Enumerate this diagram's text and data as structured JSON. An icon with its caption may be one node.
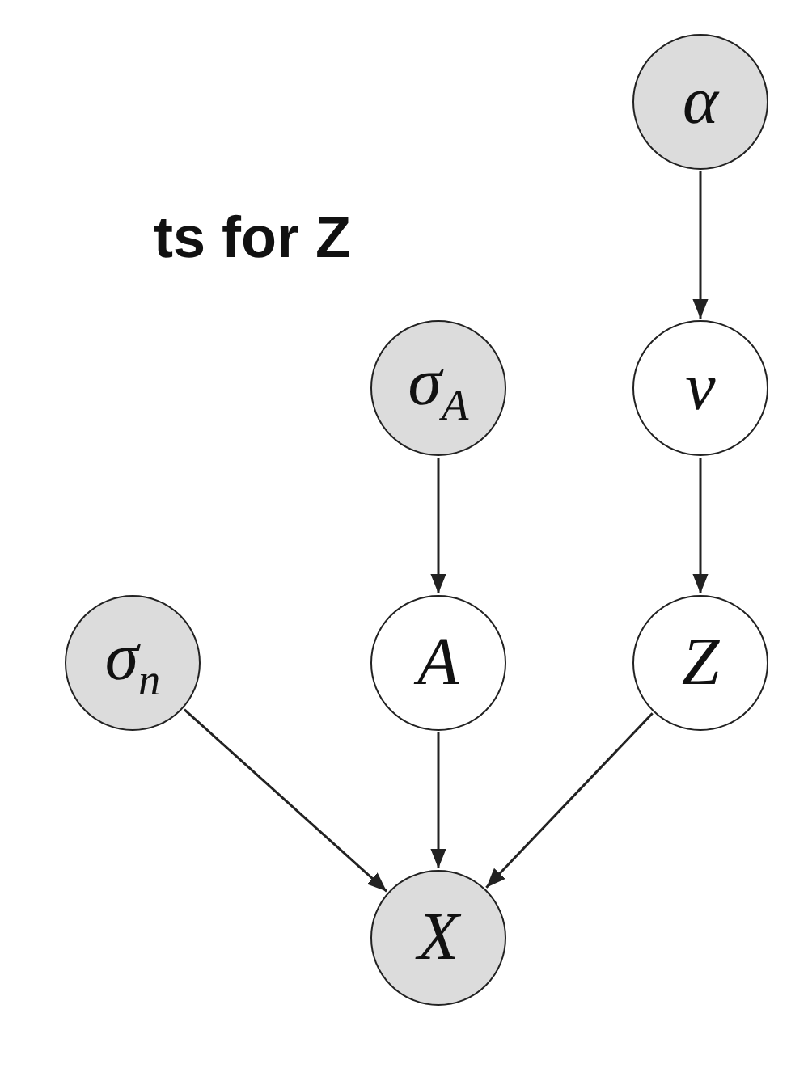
{
  "diagram": {
    "title": "ts for Z",
    "nodes": [
      {
        "text": [
          "α"
        ]
      },
      {
        "text": [
          "v"
        ]
      },
      {
        "text": [
          "σ$_{A}$"
        ]
      },
      {
        "text": [
          "σ$_{n}$"
        ]
      },
      {
        "text": [
          "A"
        ]
      },
      {
        "text": [
          "Z"
        ]
      },
      {
        "text": [
          "X"
        ]
      }
    ],
    "edges": [
      {
        "from": 0,
        "to": 1,
        "arrow": "to"
      },
      {
        "from": 2,
        "to": 4,
        "arrow": "to"
      },
      {
        "from": 1,
        "to": 5,
        "arrow": "to"
      },
      {
        "from": 3,
        "to": 6,
        "arrow": "to"
      },
      {
        "from": 4,
        "to": 6,
        "arrow": "to"
      },
      {
        "from": 5,
        "to": 6,
        "arrow": "to"
      }
    ]
  }
}
